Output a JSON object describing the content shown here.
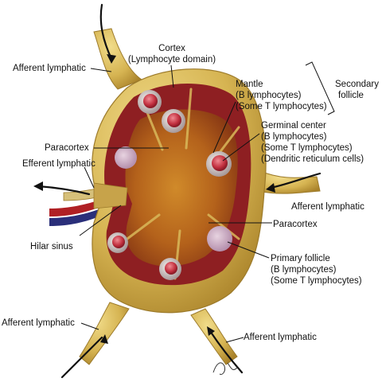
{
  "labels": {
    "cortex": [
      "Cortex",
      "(Lymphocyte domain)"
    ],
    "afferent_top_left": "Afferent lymphatic",
    "mantle": [
      "Mantle",
      "(B lymphocytes)",
      "(Some T lymphocytes)"
    ],
    "secondary_follicle": [
      "Secondary",
      "follicle"
    ],
    "germinal_center": [
      "Germinal center",
      "(B lymphocytes)",
      "(Some T lymphocytes)",
      "(Dendritic reticulum cells)"
    ],
    "paracortex_left": "Paracortex",
    "efferent_lymphatic": "Efferent lymphatic",
    "afferent_right": "Afferent lymphatic",
    "paracortex_right": "Paracortex",
    "hilar_sinus": "Hilar sinus",
    "primary_follicle": [
      "Primary follicle",
      "(B lymphocytes)",
      "(Some T lymphocytes)"
    ],
    "afferent_bottom_left": "Afferent lymphatic",
    "afferent_bottom_right": "Afferent lymphatic"
  },
  "colors": {
    "capsule": "#d9b95a",
    "capsule_dark": "#b38a2c",
    "cortex": "#8e1f22",
    "medulla": "#b8651c",
    "follicle_primary": "#c9a6c0",
    "germinal": "#c23a4a",
    "artery": "#b02024",
    "vein": "#2a2f7a"
  }
}
